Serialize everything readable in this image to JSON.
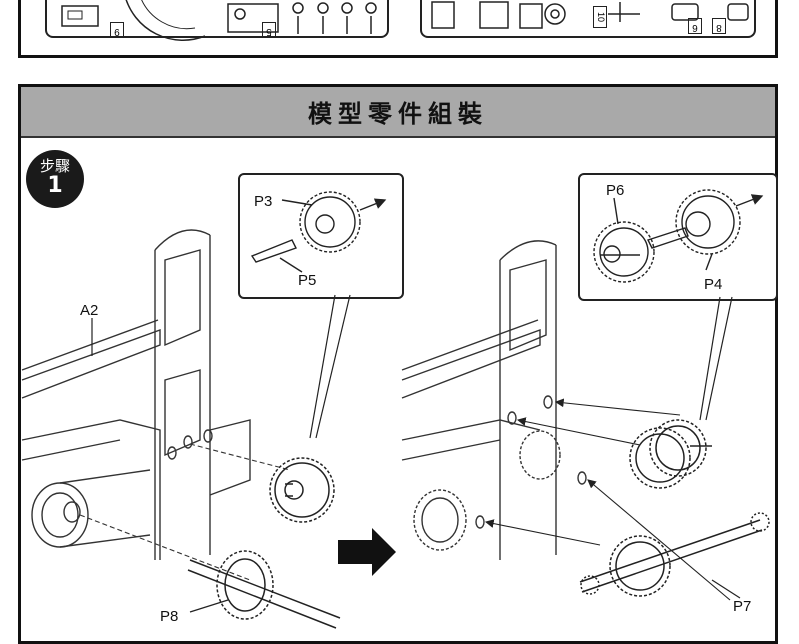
{
  "sprue": {
    "label_9": "9",
    "label_5": "5",
    "label_10": "10",
    "label_6": "6",
    "label_8": "8"
  },
  "section": {
    "title": "模型零件組裝"
  },
  "step": {
    "label": "步驟",
    "number": "1"
  },
  "left_diagram": {
    "callout_labels": {
      "p3": "P3",
      "p5": "P5"
    },
    "labels": {
      "a2": "A2",
      "p8": "P8"
    }
  },
  "right_diagram": {
    "callout_labels": {
      "p6": "P6",
      "p4": "P4"
    },
    "labels": {
      "p7": "P7"
    }
  },
  "colors": {
    "title_bar": "#a9a9a9",
    "badge": "#1a1a1a",
    "line": "#222222"
  }
}
